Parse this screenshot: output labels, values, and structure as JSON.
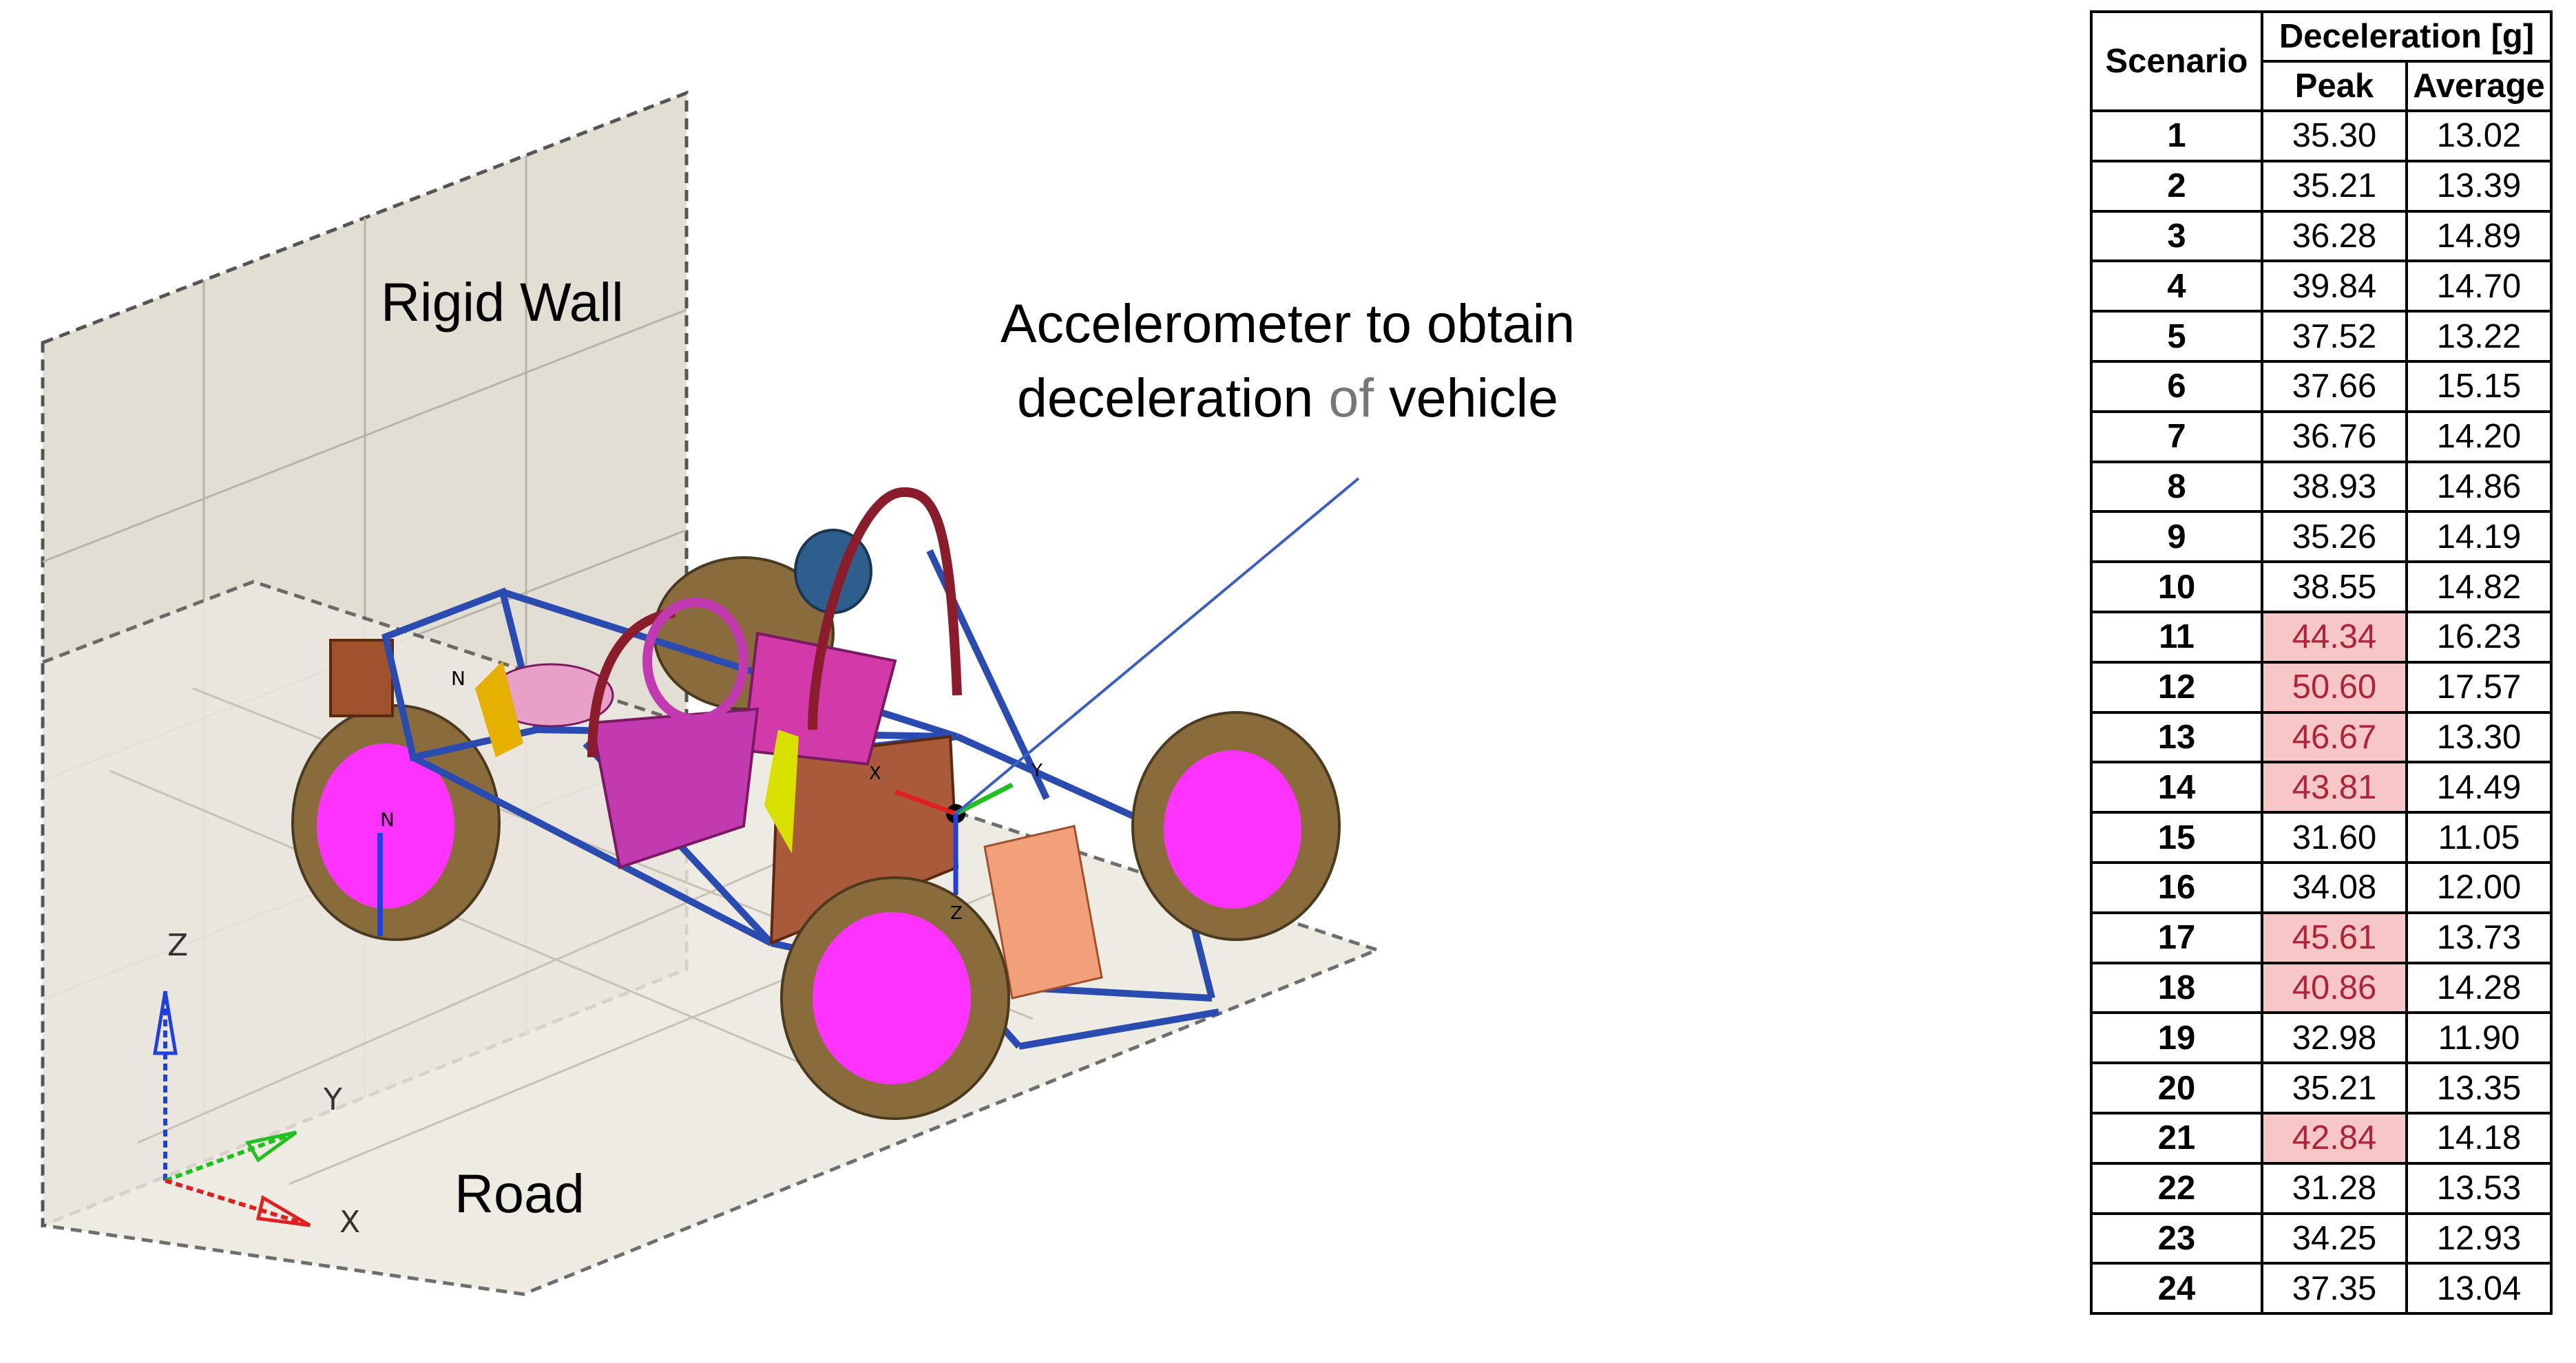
{
  "labels": {
    "rigid_wall": "Rigid Wall",
    "road": "Road",
    "accelerometer_line1": "Accelerometer to obtain",
    "accelerometer_line2a": "deceleration ",
    "accelerometer_line2b": "of",
    "accelerometer_line2c": " vehicle"
  },
  "axes": {
    "z": "Z",
    "y": "Y",
    "x": "X"
  },
  "node_marks": {
    "n": "N",
    "x": "X",
    "y": "Y",
    "z": "Z"
  },
  "table": {
    "header_scenario": "Scenario",
    "header_group": "Deceleration [g]",
    "header_peak": "Peak",
    "header_average": "Average",
    "highlight_color": "#f7c7c7",
    "highlight_text_color": "#b0243a",
    "rows": [
      {
        "scenario": "1",
        "peak": "35.30",
        "average": "13.02",
        "highlight": false
      },
      {
        "scenario": "2",
        "peak": "35.21",
        "average": "13.39",
        "highlight": false
      },
      {
        "scenario": "3",
        "peak": "36.28",
        "average": "14.89",
        "highlight": false
      },
      {
        "scenario": "4",
        "peak": "39.84",
        "average": "14.70",
        "highlight": false
      },
      {
        "scenario": "5",
        "peak": "37.52",
        "average": "13.22",
        "highlight": false
      },
      {
        "scenario": "6",
        "peak": "37.66",
        "average": "15.15",
        "highlight": false
      },
      {
        "scenario": "7",
        "peak": "36.76",
        "average": "14.20",
        "highlight": false
      },
      {
        "scenario": "8",
        "peak": "38.93",
        "average": "14.86",
        "highlight": false
      },
      {
        "scenario": "9",
        "peak": "35.26",
        "average": "14.19",
        "highlight": false
      },
      {
        "scenario": "10",
        "peak": "38.55",
        "average": "14.82",
        "highlight": false
      },
      {
        "scenario": "11",
        "peak": "44.34",
        "average": "16.23",
        "highlight": true
      },
      {
        "scenario": "12",
        "peak": "50.60",
        "average": "17.57",
        "highlight": true
      },
      {
        "scenario": "13",
        "peak": "46.67",
        "average": "13.30",
        "highlight": true
      },
      {
        "scenario": "14",
        "peak": "43.81",
        "average": "14.49",
        "highlight": true
      },
      {
        "scenario": "15",
        "peak": "31.60",
        "average": "11.05",
        "highlight": false
      },
      {
        "scenario": "16",
        "peak": "34.08",
        "average": "12.00",
        "highlight": false
      },
      {
        "scenario": "17",
        "peak": "45.61",
        "average": "13.73",
        "highlight": true
      },
      {
        "scenario": "18",
        "peak": "40.86",
        "average": "14.28",
        "highlight": true
      },
      {
        "scenario": "19",
        "peak": "32.98",
        "average": "11.90",
        "highlight": false
      },
      {
        "scenario": "20",
        "peak": "35.21",
        "average": "13.35",
        "highlight": false
      },
      {
        "scenario": "21",
        "peak": "42.84",
        "average": "14.18",
        "highlight": true
      },
      {
        "scenario": "22",
        "peak": "31.28",
        "average": "13.53",
        "highlight": false
      },
      {
        "scenario": "23",
        "peak": "34.25",
        "average": "12.93",
        "highlight": false
      },
      {
        "scenario": "24",
        "peak": "37.35",
        "average": "13.04",
        "highlight": false
      }
    ]
  },
  "colors": {
    "wall_fill": "#e3ded4",
    "road_fill": "#ece8df",
    "frame_blue": "#2a4bb0",
    "roll_hoop": "#8b1c2b",
    "wheel_tire": "#8a6b3c",
    "wheel_hub": "#ff33ff",
    "callout_line": "#3a5fc4"
  }
}
